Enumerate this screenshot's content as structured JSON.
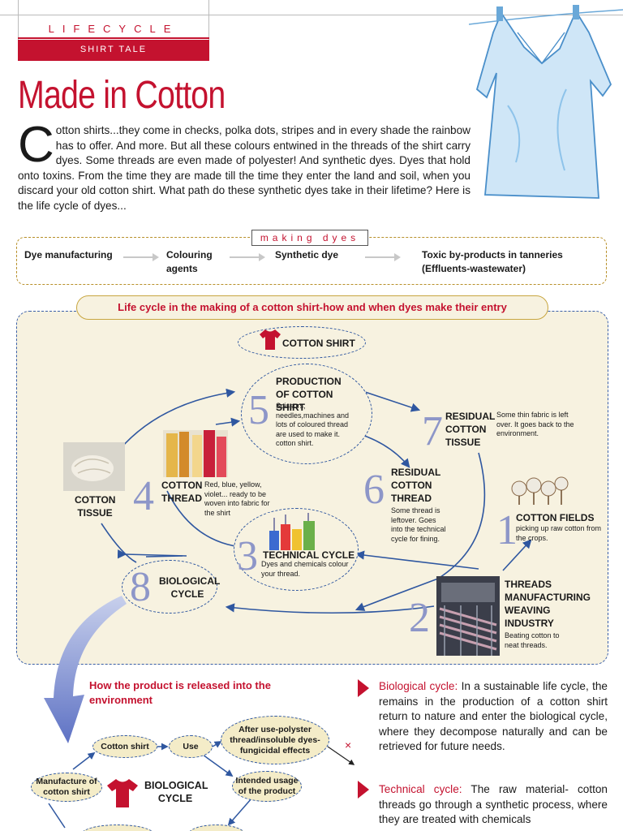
{
  "header": {
    "series": "LIFECYCLE",
    "section": "SHIRT TALE",
    "title": "Made in Cotton"
  },
  "intro": {
    "dropcap": "C",
    "text": "otton shirts...they come in checks, polka dots, stripes and in every shade the rainbow has to offer. And more. But all these colours entwined in the threads of the shirt carry dyes. Some threads are even made of polyester! And synthetic dyes. Dyes that hold onto toxins. From the time they are made till the time they enter the land and soil, when you discard your old cotton shirt. What path do these synthetic dyes take in their lifetime?  Here is the life cycle of dyes..."
  },
  "making_dyes": {
    "tag": "making dyes",
    "steps": [
      "Dye manufacturing",
      "Colouring agents",
      "Synthetic dye",
      "Toxic by-products  in tanneries (Effluents-wastewater)"
    ]
  },
  "cycle": {
    "banner": "Life cycle in the making of a cotton shirt-how and when dyes make their entry",
    "cotton_shirt": "COTTON SHIRT",
    "stages": [
      {
        "num": "1",
        "title": "COTTON FIELDS",
        "desc": "picking up raw cotton from the crops."
      },
      {
        "num": "2",
        "title": "THREADS MANUFACTURING WEAVING INDUSTRY",
        "desc": "Beating cotton to neat threads."
      },
      {
        "num": "3",
        "title": "TECHNICAL CYCLE",
        "desc": "Dyes and chemicals colour your thread."
      },
      {
        "num": "4",
        "title": "COTTON THREAD",
        "desc": "Red, blue, yellow, violet... ready to be woven into fabric for the shirt"
      },
      {
        "num": "5",
        "title": "PRODUCTION OF COTTON SHIRT",
        "desc": "Scissors, needles,machines  and lots of coloured thread are used to make it. cotton shirt."
      },
      {
        "num": "6",
        "title": "RESIDUAL COTTON THREAD",
        "desc": "Some thread is leftover. Goes into the technical cycle for fining."
      },
      {
        "num": "7",
        "title": "RESIDUAL COTTON TISSUE",
        "desc": "Some thin fabric is left over. It goes back to the environment."
      },
      {
        "num": "8",
        "title": "BIOLOGICAL CYCLE",
        "desc": ""
      }
    ],
    "cotton_tissue": "COTTON TISSUE"
  },
  "release": {
    "title": "How the product is released into the environment",
    "nodes": {
      "cotton_shirt": "Cotton shirt",
      "use": "Use",
      "after_use": "After use-polyster thread/insoluble dyes-fungicidal effects",
      "manufacture": "Manufacture of cotton shirt",
      "biological": "BIOLOGICAL CYCLE",
      "intended": "Intended usage of the product",
      "x_mark": "×"
    }
  },
  "paragraphs": [
    {
      "label": "Biological cycle:",
      "text": " In a sustainable life cycle, the remains in the production of a cotton shirt return to nature and enter the biological cycle, where they decompose naturally and can be retrieved for future needs."
    },
    {
      "label": "Technical cycle:",
      "text": " The raw material- cotton threads go through a synthetic process, where they are treated with chemicals"
    }
  ],
  "colors": {
    "accent_red": "#c4122f",
    "cycle_blue": "#2f57a0",
    "panel_bg": "#f7f2e0",
    "number_lavender": "#8d96c8"
  }
}
